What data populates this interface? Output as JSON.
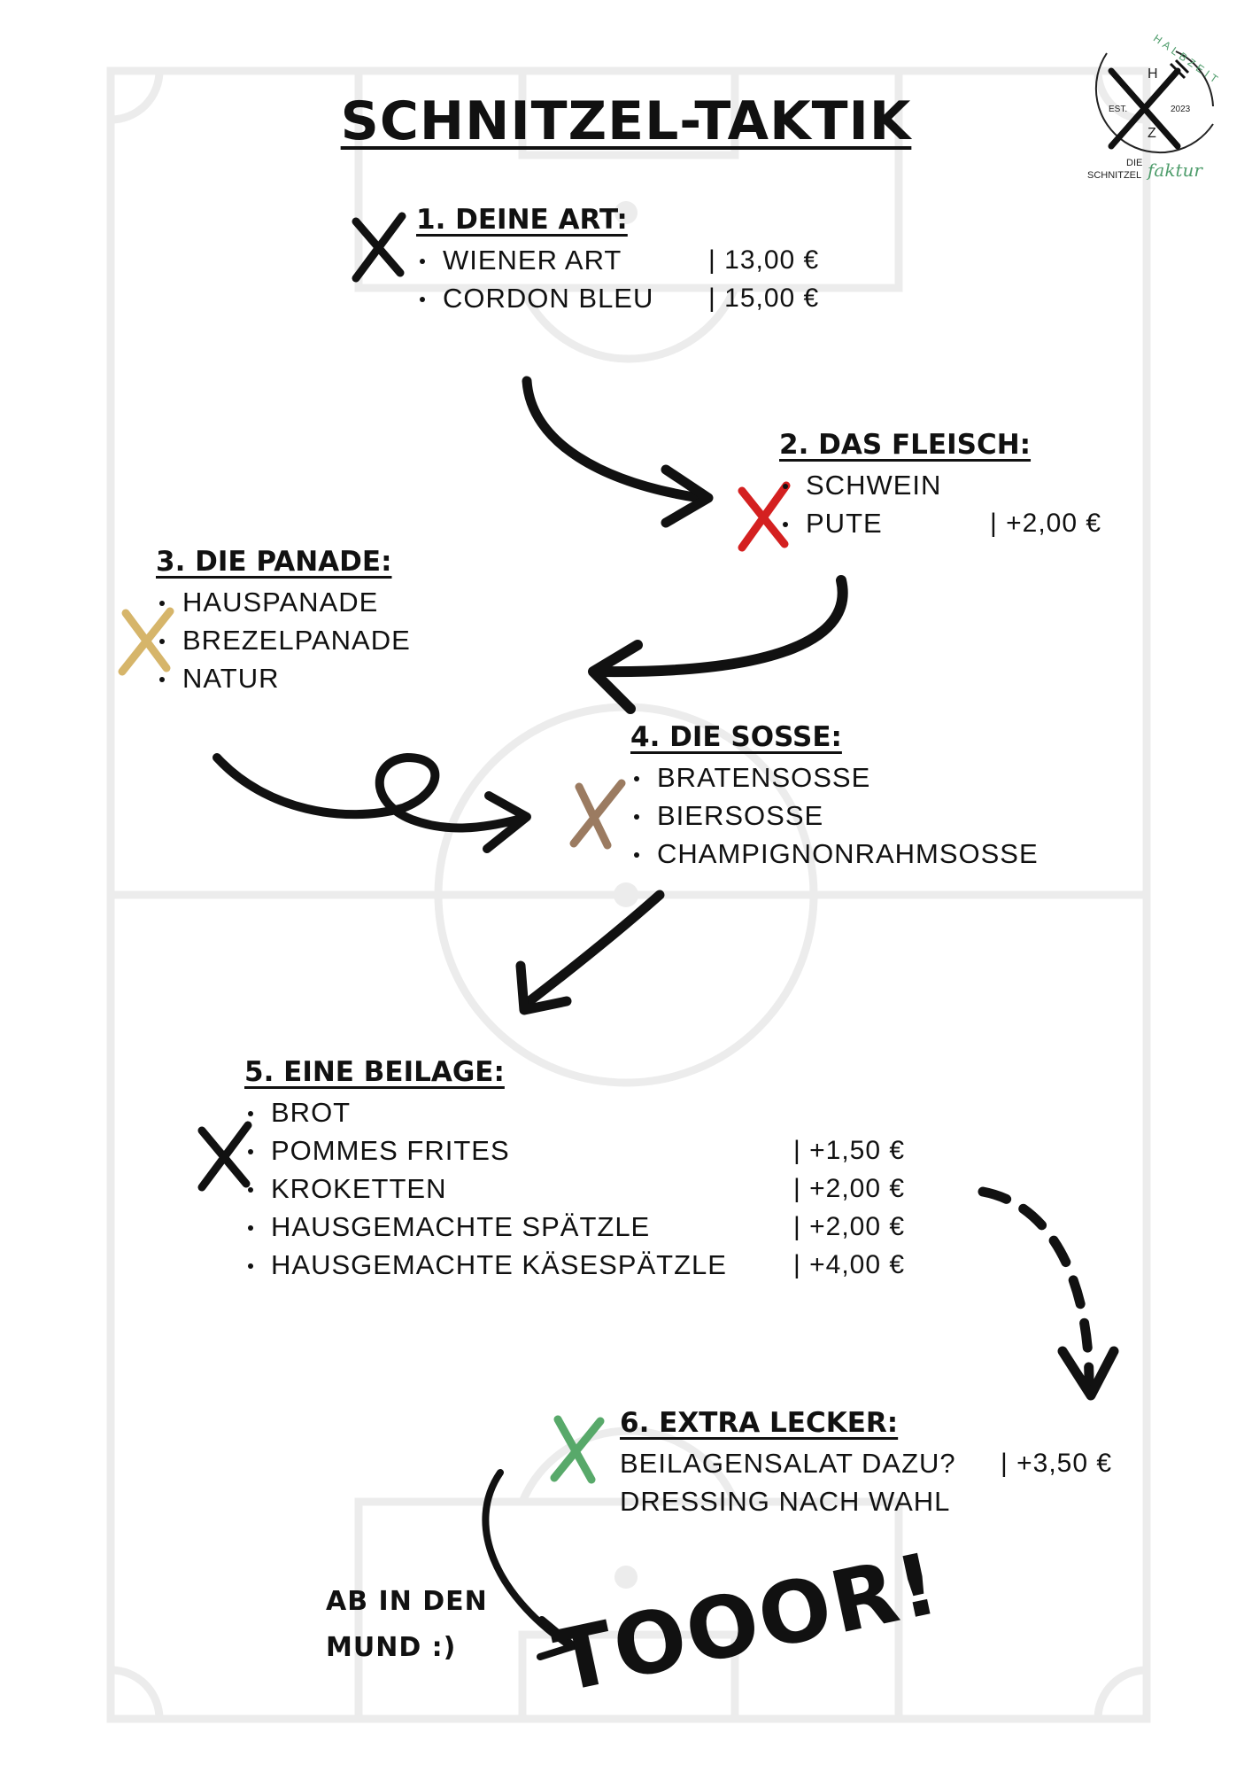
{
  "title": "SCHNITZEL-TAKTIK",
  "colors": {
    "ink": "#111111",
    "pitch_lines": "#ececec",
    "mark_red": "#d42020",
    "mark_gold": "#d6b56a",
    "mark_brown": "#9b7b61",
    "mark_green": "#58a96a",
    "logo_green": "#4f9d6c"
  },
  "logo": {
    "ring_text": "HALBZEIT",
    "letter_top": "H",
    "letter_bottom": "Z",
    "est": "EST.",
    "year": "2023",
    "line1": "DIE",
    "line2": "SCHNITZEL",
    "script": "faktur"
  },
  "sections": {
    "art": {
      "heading": "1. DEINE ART:",
      "mark_color": "black",
      "items": [
        {
          "label": "WIENER ART",
          "price": "| 13,00 €"
        },
        {
          "label": "CORDON BLEU",
          "price": "| 15,00 €"
        }
      ]
    },
    "fleisch": {
      "heading": "2. DAS FLEISCH:",
      "mark_color": "red",
      "items": [
        {
          "label": "SCHWEIN",
          "price": ""
        },
        {
          "label": "PUTE",
          "price": "| +2,00 €"
        }
      ]
    },
    "panade": {
      "heading": "3. DIE PANADE:",
      "mark_color": "gold",
      "items": [
        {
          "label": "HAUSPANADE"
        },
        {
          "label": "BREZELPANADE"
        },
        {
          "label": "NATUR"
        }
      ]
    },
    "sosse": {
      "heading": "4. DIE SOSSE:",
      "mark_color": "brown",
      "items": [
        {
          "label": "BRATENSOSSE"
        },
        {
          "label": "BIERSOSSE"
        },
        {
          "label": "CHAMPIGNONRAHMSOSSE"
        }
      ]
    },
    "beilage": {
      "heading": "5. EINE BEILAGE:",
      "mark_color": "black",
      "items": [
        {
          "label": "BROT",
          "price": ""
        },
        {
          "label": "POMMES FRITES",
          "price": "| +1,50 €"
        },
        {
          "label": "KROKETTEN",
          "price": "| +2,00 €"
        },
        {
          "label": "HAUSGEMACHTE SPÄTZLE",
          "price": "| +2,00 €"
        },
        {
          "label": "HAUSGEMACHTE KÄSESPÄTZLE",
          "price": "| +4,00 €"
        }
      ]
    },
    "extra": {
      "heading": "6. EXTRA LECKER:",
      "mark_color": "green",
      "lines": [
        {
          "label": "BEILAGENSALAT DAZU?",
          "price": "| +3,50 €"
        },
        {
          "label": "DRESSING NACH WAHL",
          "price": ""
        }
      ]
    }
  },
  "closing": {
    "line1": "AB IN DEN",
    "line2": "MUND :)",
    "goal": "TOOOR!"
  }
}
